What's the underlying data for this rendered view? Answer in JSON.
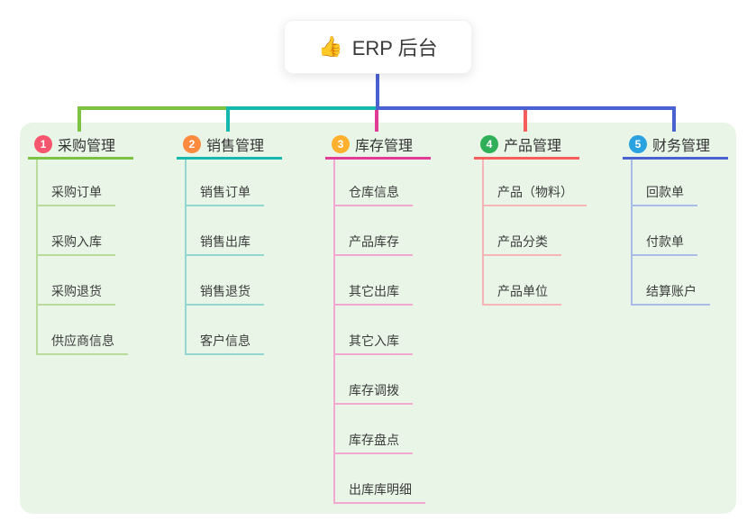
{
  "root": {
    "emoji": "👍",
    "label": "ERP 后台"
  },
  "branches": [
    {
      "number": "1",
      "title": "采购管理",
      "badge_color": "#f4566e",
      "line_color": "#7cc243",
      "pale_color": "#b9db9b",
      "children": [
        "采购订单",
        "采购入库",
        "采购退货",
        "供应商信息"
      ]
    },
    {
      "number": "2",
      "title": "销售管理",
      "badge_color": "#ff8b40",
      "line_color": "#16b8ad",
      "pale_color": "#92d8d0",
      "children": [
        "销售订单",
        "销售出库",
        "销售退货",
        "客户信息"
      ]
    },
    {
      "number": "3",
      "title": "库存管理",
      "badge_color": "#ffb02e",
      "line_color": "#e23a97",
      "pale_color": "#f2a8d0",
      "children": [
        "仓库信息",
        "产品库存",
        "其它出库",
        "其它入库",
        "库存调拨",
        "库存盘点",
        "出库库明细"
      ]
    },
    {
      "number": "4",
      "title": "产品管理",
      "badge_color": "#2fb058",
      "line_color": "#f65d5d",
      "pale_color": "#f8b5b5",
      "children": [
        "产品（物料）",
        "产品分类",
        "产品单位"
      ]
    },
    {
      "number": "5",
      "title": "财务管理",
      "badge_color": "#2aa2e0",
      "line_color": "#4a61d2",
      "pale_color": "#a9bce8",
      "children": [
        "回款单",
        "付款单",
        "结算账户"
      ]
    }
  ],
  "colors": {
    "panel_bg": "#e9f6e7",
    "trunk": "#4a61d2",
    "text": "#3c3c3c"
  }
}
